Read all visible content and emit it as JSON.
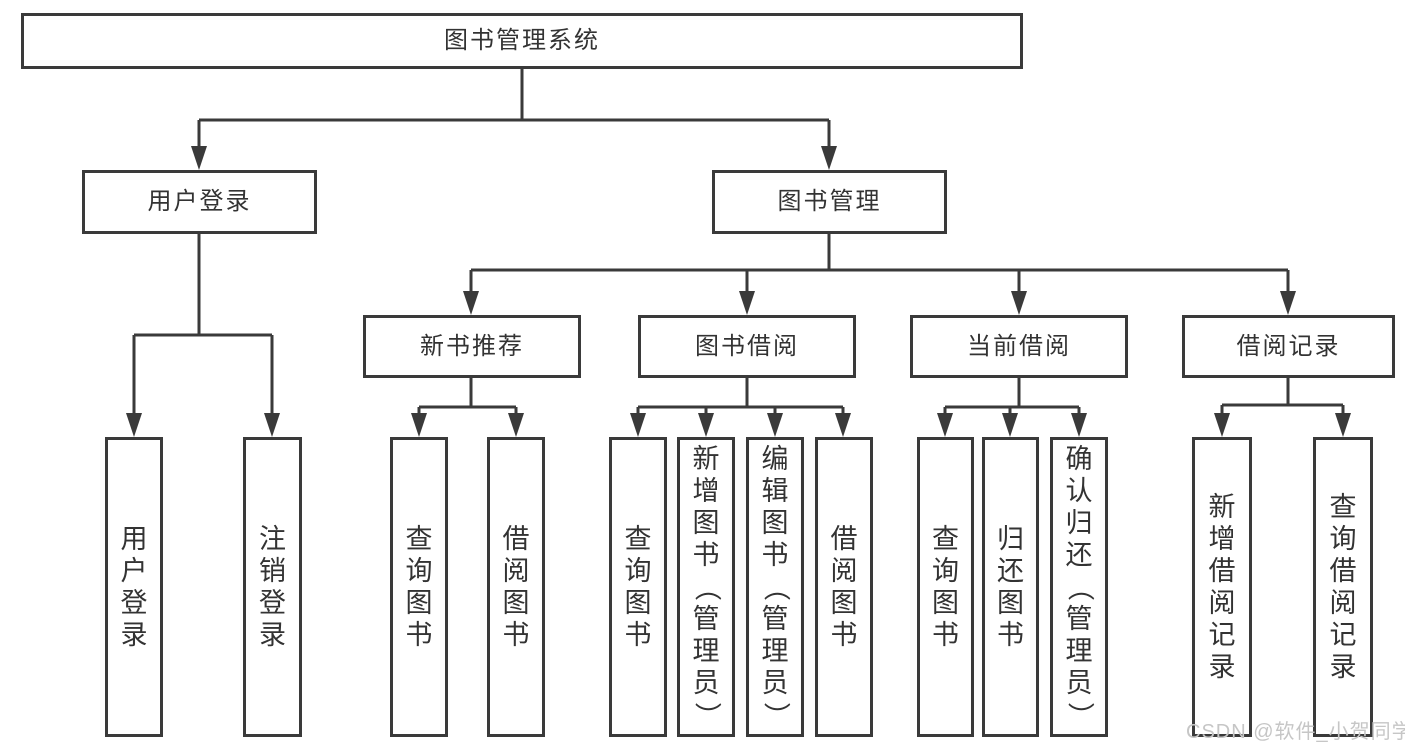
{
  "diagram": {
    "root": {
      "label": "图书管理系统"
    },
    "branches": [
      {
        "label": "用户登录",
        "leaves": [
          {
            "label": "用户登录"
          },
          {
            "label": "注销登录"
          }
        ]
      },
      {
        "label": "图书管理",
        "groups": [
          {
            "label": "新书推荐",
            "leaves": [
              {
                "label": "查询图书"
              },
              {
                "label": "借阅图书"
              }
            ]
          },
          {
            "label": "图书借阅",
            "leaves": [
              {
                "label": "查询图书"
              },
              {
                "label": "新增图书（管理员）"
              },
              {
                "label": "编辑图书（管理员）"
              },
              {
                "label": "借阅图书"
              }
            ]
          },
          {
            "label": "当前借阅",
            "leaves": [
              {
                "label": "查询图书"
              },
              {
                "label": "归还图书"
              },
              {
                "label": "确认归还（管理员）"
              }
            ]
          },
          {
            "label": "借阅记录",
            "leaves": [
              {
                "label": "新增借阅记录"
              },
              {
                "label": "查询借阅记录"
              }
            ]
          }
        ]
      }
    ]
  },
  "watermark": {
    "text": "CSDN @软件_小贺同学"
  },
  "colors": {
    "line": "#3a3a3a",
    "text": "#333333",
    "watermark": "#c6c6c6",
    "background": "#ffffff"
  }
}
